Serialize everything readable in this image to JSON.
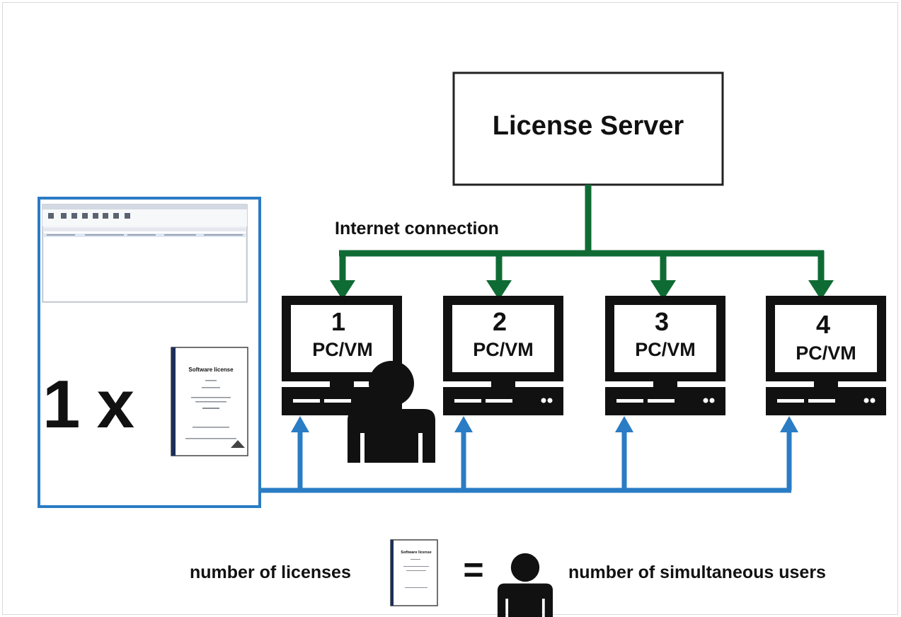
{
  "server": {
    "title": "License Server"
  },
  "connection": {
    "label": "Internet connection"
  },
  "machines": [
    {
      "number": "1",
      "label": "PC/VM"
    },
    {
      "number": "2",
      "label": "PC/VM"
    },
    {
      "number": "3",
      "label": "PC/VM"
    },
    {
      "number": "4",
      "label": "PC/VM"
    }
  ],
  "license_panel": {
    "multiplier": "1x",
    "document_title": "Software license"
  },
  "legend": {
    "left_text": "number of licenses",
    "equals": "=",
    "doc_title": "Software license",
    "right_text": "number of simultaneous users"
  },
  "colors": {
    "internet_green": "#0f6b34",
    "license_blue": "#2a7cc4",
    "monitor_black": "#111111"
  }
}
